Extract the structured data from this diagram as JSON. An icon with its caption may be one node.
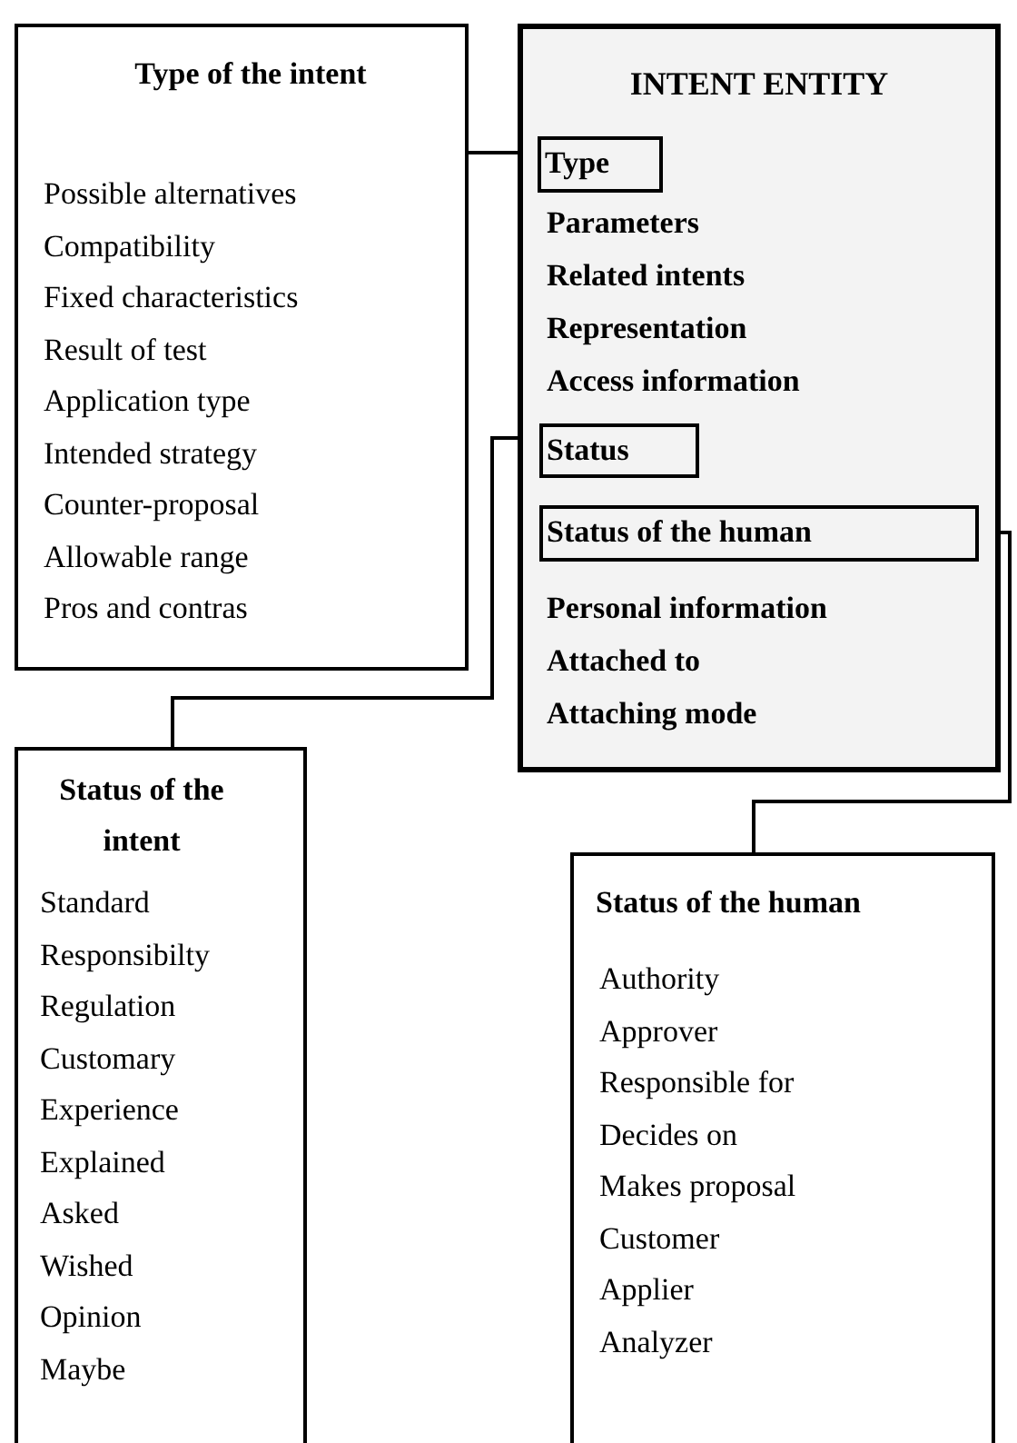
{
  "diagram": {
    "nodes": [
      {
        "text": [
          "Type of the intent",
          "Possible alternatives",
          "Compatibility",
          "Fixed characteristics",
          "Result of test",
          "Application type",
          "Intended strategy",
          "Counter-proposal",
          "Allowable range",
          "Pros and contras"
        ]
      },
      {
        "text": [
          "INTENT ENTITY",
          "Parameters",
          "Related intents",
          "Representation",
          "Access information",
          "Personal information",
          "Attached to",
          "Attaching mode"
        ]
      },
      {
        "text": [
          "Type"
        ],
        "in": 1
      },
      {
        "text": [
          "Status"
        ],
        "in": 1
      },
      {
        "text": [
          "Status of the human"
        ],
        "in": 1
      },
      {
        "text": [
          "Status of the intent",
          "Standard",
          "Responsibilty",
          "Regulation",
          "Customary",
          "Experience",
          "Explained",
          "Asked",
          "Wished",
          "Opinion",
          "Maybe"
        ]
      },
      {
        "text": [
          "Status of the human",
          "Authority",
          "Approver",
          "Responsible for",
          "Decides on",
          "Makes proposal",
          "Customer",
          "Applier",
          "Analyzer"
        ]
      }
    ],
    "edges": [
      {
        "from": 0,
        "to": 2,
        "arrow": "none"
      },
      {
        "from": 3,
        "to": 5,
        "arrow": "none"
      },
      {
        "from": 4,
        "to": 6,
        "arrow": "none"
      }
    ]
  }
}
